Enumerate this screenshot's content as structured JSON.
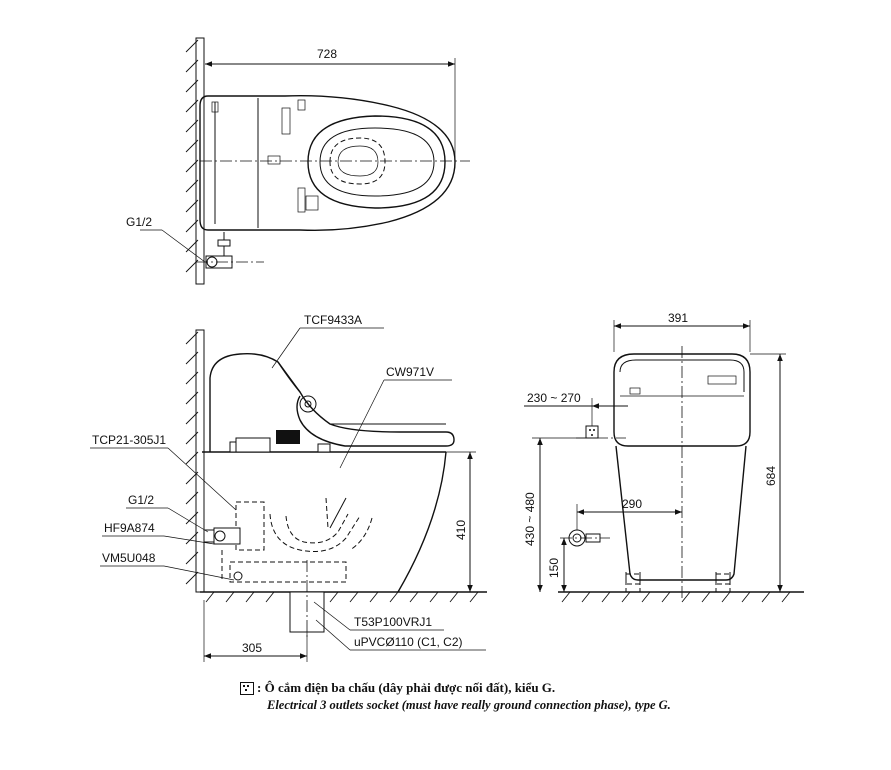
{
  "top_view": {
    "overall_width": "728",
    "water_inlet": "G1/2"
  },
  "side_view": {
    "seat_model": "TCF9433A",
    "toilet_model": "CW971V",
    "parts": [
      "TCP21-305J1",
      "G1/2",
      "HF9A874",
      "VM5U048"
    ],
    "drain_parts": [
      "T53P100VRJ1",
      "uPVCØ110 (C1, C2)"
    ],
    "height_dim": "410",
    "wall_to_drain": "305"
  },
  "front_view": {
    "width": "391",
    "socket_offset": "230 ~ 270",
    "socket_height": "430 ~ 480",
    "supply_offset": "290",
    "supply_height": "150",
    "total_height": "684"
  },
  "legend": {
    "vi": ": Ô cắm điện ba chấu (dây phải được nối đất), kiểu G.",
    "en": "Electrical 3 outlets socket (must have really ground connection phase), type G."
  }
}
